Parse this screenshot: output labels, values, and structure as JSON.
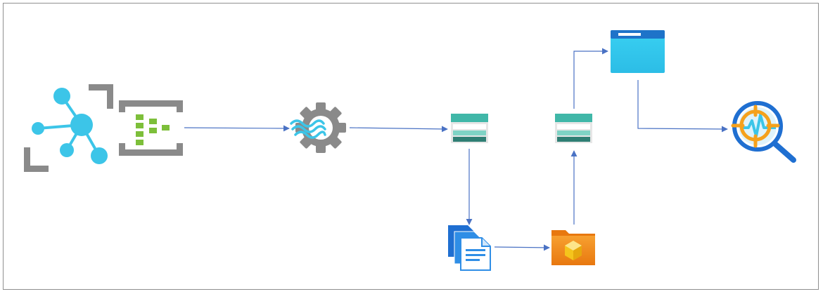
{
  "diagram": {
    "nodes": [
      {
        "id": "iot-hub",
        "icon": "iot-hub-icon"
      },
      {
        "id": "event-hubs",
        "icon": "event-hubs-icon"
      },
      {
        "id": "stream-analytics",
        "icon": "stream-analytics-icon"
      },
      {
        "id": "storage-1",
        "icon": "storage-table-icon"
      },
      {
        "id": "storage-2",
        "icon": "storage-table-icon"
      },
      {
        "id": "files",
        "icon": "documents-icon"
      },
      {
        "id": "data-folder",
        "icon": "folder-cube-icon"
      },
      {
        "id": "web-app",
        "icon": "web-window-icon"
      },
      {
        "id": "analytics-explorer",
        "icon": "data-explorer-icon"
      }
    ],
    "edges": [
      {
        "from": "event-hubs",
        "to": "stream-analytics"
      },
      {
        "from": "stream-analytics",
        "to": "storage-1"
      },
      {
        "from": "storage-1",
        "to": "files"
      },
      {
        "from": "files",
        "to": "data-folder"
      },
      {
        "from": "data-folder",
        "to": "storage-2"
      },
      {
        "from": "storage-2",
        "to": "web-app"
      },
      {
        "from": "web-app",
        "to": "analytics-explorer"
      }
    ],
    "colors": {
      "connector": "#4a72c4",
      "frame": "#8f8f8f",
      "iot_blue": "#3cc5e8",
      "gray": "#8a8a8a",
      "green": "#7dbf3a",
      "teal": "#40b7a8",
      "window_blue": "#2fcbf0",
      "orange": "#f0821e",
      "yellow": "#f5c41c"
    }
  }
}
